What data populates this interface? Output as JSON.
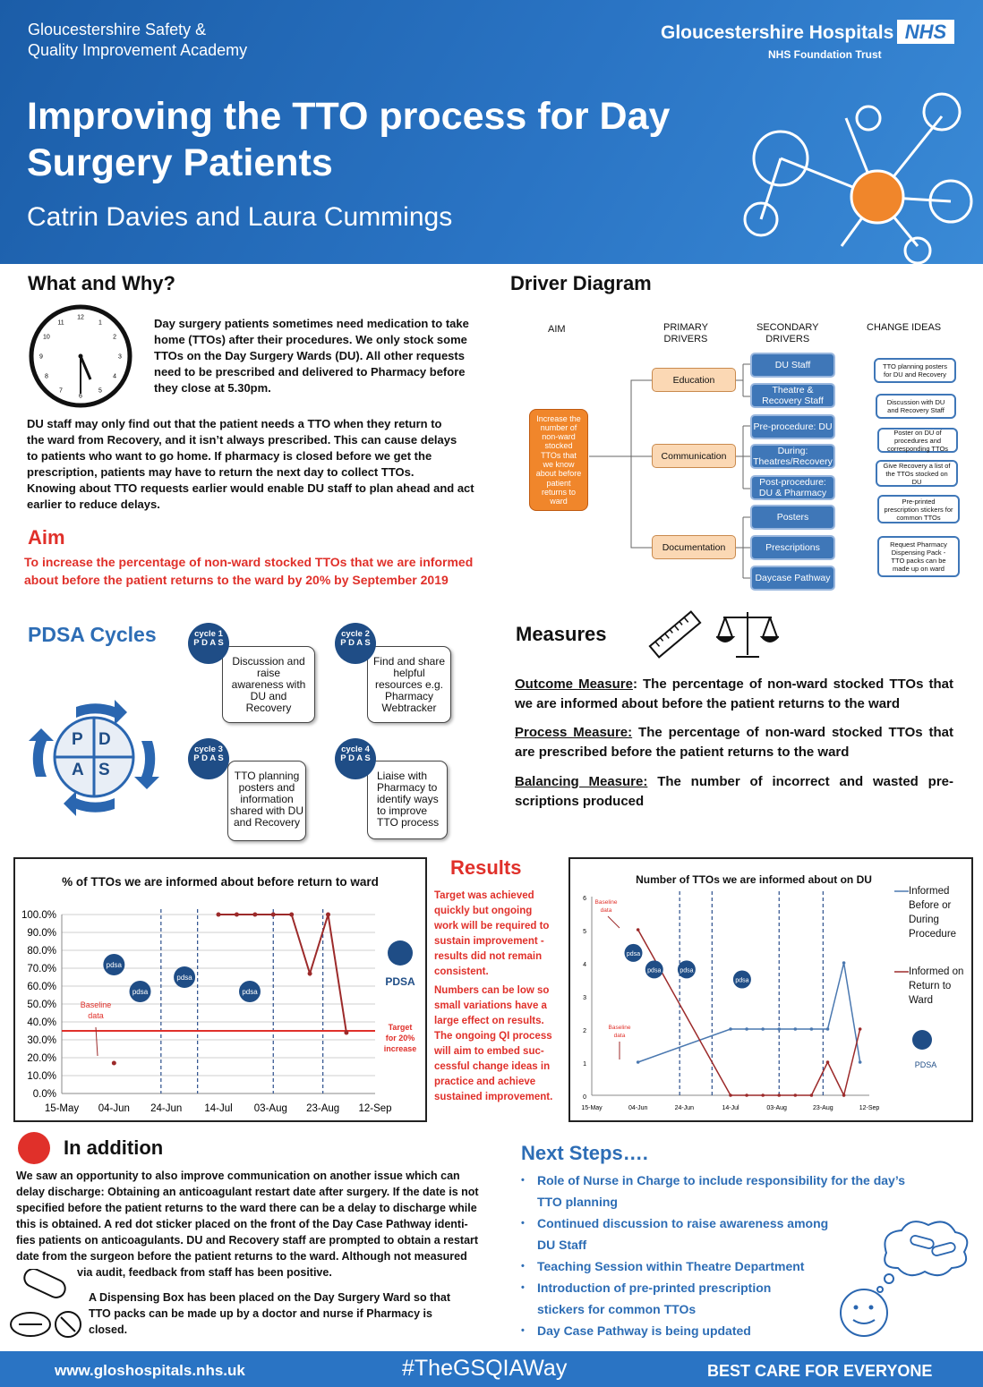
{
  "header": {
    "academy": [
      "Gloucestershire Safety &",
      "Quality Improvement Academy"
    ],
    "title_line1": "Improving the TTO process for Day",
    "title_line2": "Surgery Patients",
    "authors": "Catrin Davies and Laura Cummings",
    "trust_name": "Gloucestershire Hospitals",
    "nhs": "NHS",
    "trust_sub": "NHS Foundation Trust",
    "colors": {
      "bg": "#2a74c4",
      "orange": "#f0862b"
    }
  },
  "what_why": {
    "heading": "What and Why?",
    "para1": [
      "Day surgery patients sometimes need medication to take",
      "home (TTOs) after their procedures.  We only stock some",
      "TTOs on the Day Surgery Wards (DU). All other requests",
      "need to be prescribed and delivered to Pharmacy before",
      "they close at 5.30pm."
    ],
    "para2": [
      "DU staff may only find out that the patient needs a TTO when they return to",
      "the ward from Recovery, and it isn’t always prescribed. This can cause delays",
      "to patients who want to go home. If  pharmacy is closed before we get the",
      "prescription, patients may have to return the next day to collect TTOs.",
      "Knowing about TTO requests earlier  would enable DU staff to plan ahead and act",
      "earlier to reduce delays."
    ],
    "clock_numbers": [
      "12",
      "1",
      "2",
      "3",
      "4",
      "5",
      "6",
      "7",
      "8",
      "9",
      "10",
      "11"
    ]
  },
  "aim": {
    "heading": "Aim",
    "lines": [
      "To increase the percentage of non-ward stocked TTOs that we are informed",
      "about before the patient returns to the ward by 20% by September 2019"
    ]
  },
  "driver": {
    "heading": "Driver Diagram",
    "col_aim": "AIM",
    "col_primary": [
      "PRIMARY",
      "DRIVERS"
    ],
    "col_secondary": [
      "SECONDARY",
      "DRIVERS"
    ],
    "col_change": "CHANGE IDEAS",
    "aim_box": [
      "Increase the",
      "number of",
      "non-ward",
      "stocked",
      "TTOs that",
      "we know",
      "about before",
      "patient",
      "returns to",
      "ward"
    ],
    "primary": [
      "Education",
      "Communication",
      "Documentation"
    ],
    "secondary": [
      [
        "DU Staff"
      ],
      [
        "Theatre &",
        "Recovery Staff"
      ],
      [
        "Pre-procedure: DU"
      ],
      [
        "During:",
        "Theatres/Recovery"
      ],
      [
        "Post-procedure:",
        "DU & Pharmacy"
      ],
      [
        "Posters"
      ],
      [
        "Prescriptions"
      ],
      [
        "Daycase Pathway"
      ]
    ],
    "change": [
      [
        "TTO planning posters",
        "for DU and Recovery"
      ],
      [
        "Discussion with DU",
        "and Recovery Staff"
      ],
      [
        "Poster on DU of",
        "procedures and",
        "corresponding TTOs"
      ],
      [
        "Give Recovery a list of",
        "the TTOs stocked on",
        "DU"
      ],
      [
        "Pre-printed",
        "prescription stickers for",
        "common TTOs"
      ],
      [
        "Request Pharmacy",
        "Dispensing Pack -",
        "TTO packs can be",
        "made up on ward"
      ]
    ]
  },
  "pdsa": {
    "heading": "PDSA Cycles",
    "wheel": [
      "P",
      "D",
      "A",
      "S"
    ],
    "cycle_word": "cycle",
    "letters": "P D A S",
    "cycles": [
      {
        "num": "1",
        "text": [
          "Discussion and",
          "raise",
          "awareness with",
          "DU and",
          "Recovery"
        ]
      },
      {
        "num": "2",
        "text": [
          "Find and share",
          "helpful",
          "resources e.g.",
          "Pharmacy",
          "Webtracker"
        ]
      },
      {
        "num": "3",
        "text": [
          "TTO planning",
          "posters and",
          "information",
          "shared with DU",
          "and Recovery"
        ]
      },
      {
        "num": "4",
        "text": [
          "Liaise with",
          "Pharmacy to",
          "identify ways",
          "to improve",
          "TTO process"
        ]
      }
    ]
  },
  "measures": {
    "heading": "Measures",
    "outcome_label": "Outcome Measure",
    "outcome_text": ": The percentage of non-ward stocked TTOs that we are informed about before the patient returns to the ward",
    "process_label": "Process Measure:",
    "process_text": " The percentage of non-ward stocked TTOs that are prescribed before the patient returns to the ward",
    "balancing_label": "Balancing Measure:",
    "balancing_text": " The number of incorrect and wasted pre-scriptions produced"
  },
  "results": {
    "heading": "Results",
    "p1": [
      "Target was achieved",
      "quickly but ongoing",
      "work will be required to",
      "sustain improvement -",
      "results did not remain",
      "consistent."
    ],
    "p2": [
      "Numbers can be low so",
      "small variations have a",
      "large effect on results.",
      "The ongoing QI process",
      "will aim to embed suc-",
      "cessful change ideas in",
      "practice and achieve",
      "sustained improvement."
    ]
  },
  "chart_data": [
    {
      "type": "line",
      "title": "% of TTOs we are informed about before return to ward",
      "x_ticks": [
        "15-May",
        "04-Jun",
        "24-Jun",
        "14-Jul",
        "03-Aug",
        "23-Aug",
        "12-Sep"
      ],
      "y_ticks": [
        "0.0%",
        "10.0%",
        "20.0%",
        "30.0%",
        "40.0%",
        "50.0%",
        "60.0%",
        "70.0%",
        "80.0%",
        "90.0%",
        "100.0%"
      ],
      "ylim": [
        0,
        100
      ],
      "series": [
        {
          "values": [
            [
              1,
              17
            ]
          ],
          "color": "#9c2a2a"
        },
        {
          "values": [
            [
              3,
              100
            ],
            [
              3.35,
              100
            ],
            [
              3.7,
              100
            ],
            [
              4.05,
              100
            ],
            [
              4.4,
              100
            ],
            [
              4.75,
              67
            ],
            [
              5.1,
              100
            ],
            [
              5.45,
              34
            ]
          ],
          "color": "#9c2a2a"
        }
      ],
      "target_y": 35,
      "target_label": [
        "Target",
        "for 20%",
        "increase"
      ],
      "baseline_label": [
        "Baseline",
        "data"
      ],
      "pdsa_label": "PDSA",
      "cycle_markers": [
        1.9,
        2.6,
        4.05,
        5.0
      ]
    },
    {
      "type": "line",
      "title": "Number of TTOs we are informed about on DU",
      "x_ticks": [
        "15-May",
        "04-Jun",
        "24-Jun",
        "14-Jul",
        "03-Aug",
        "23-Aug",
        "12-Sep"
      ],
      "y_ticks": [
        "0",
        "1",
        "2",
        "3",
        "4",
        "5",
        "6"
      ],
      "ylim": [
        0,
        6
      ],
      "series": [
        {
          "name": "Informed Before or During Procedure",
          "values": [
            [
              1,
              1
            ],
            [
              3.0,
              2
            ],
            [
              3.35,
              2
            ],
            [
              3.7,
              2
            ],
            [
              4.05,
              2
            ],
            [
              4.4,
              2
            ],
            [
              4.75,
              2
            ],
            [
              5.1,
              2
            ],
            [
              5.45,
              4
            ],
            [
              5.8,
              1
            ]
          ],
          "color": "#4a78b0"
        },
        {
          "name": "Informed on Return to Ward",
          "values": [
            [
              1,
              5
            ],
            [
              3.0,
              0
            ],
            [
              3.35,
              0
            ],
            [
              3.7,
              0
            ],
            [
              4.05,
              0
            ],
            [
              4.4,
              0
            ],
            [
              4.75,
              0
            ],
            [
              5.1,
              1
            ],
            [
              5.45,
              0
            ],
            [
              5.8,
              2
            ]
          ],
          "color": "#9c2a2a"
        }
      ],
      "legend": [
        [
          "Informed",
          "Before or",
          "During",
          "Procedure"
        ],
        [
          "Informed on",
          "Return to",
          "Ward"
        ]
      ],
      "baseline_label": [
        "Baseline",
        "data"
      ],
      "pdsa_label": "PDSA",
      "cycle_markers": [
        1.9,
        2.6,
        4.05,
        5.0
      ]
    }
  ],
  "in_addition": {
    "heading": "In addition",
    "p1": [
      "We saw an opportunity to also improve communication on another issue which can",
      "delay discharge: Obtaining an anticoagulant restart date after surgery. If the date is not",
      "specified before the patient returns to the ward there can be a delay to discharge while",
      "this is obtained. A red dot sticker placed on the front of the Day Case Pathway identi-",
      "fies patients on anticoagulants. DU and Recovery staff are prompted to obtain a restart",
      "date from the surgeon before the patient returns to the ward. Although not measured"
    ],
    "p1_last": "via audit, feedback from staff has been positive.",
    "p2": [
      "A Dispensing Box has been placed on the Day Surgery Ward so that",
      "TTO packs can be made up by a doctor and nurse if Pharmacy is",
      "closed."
    ]
  },
  "next_steps": {
    "heading": "Next Steps….",
    "items": [
      [
        "Role of Nurse in Charge to include responsibility for the day’s",
        "TTO planning"
      ],
      [
        "Continued discussion to raise awareness among",
        "DU Staff"
      ],
      [
        "Teaching Session within Theatre Department"
      ],
      [
        "Introduction of pre-printed prescription",
        "stickers for common TTOs"
      ],
      [
        "Day Case Pathway is being updated"
      ]
    ]
  },
  "footer": {
    "url": "www.gloshospitals.nhs.uk",
    "hashtag": "#TheGSQIAWay",
    "slogan": "BEST CARE FOR EVERYONE"
  }
}
